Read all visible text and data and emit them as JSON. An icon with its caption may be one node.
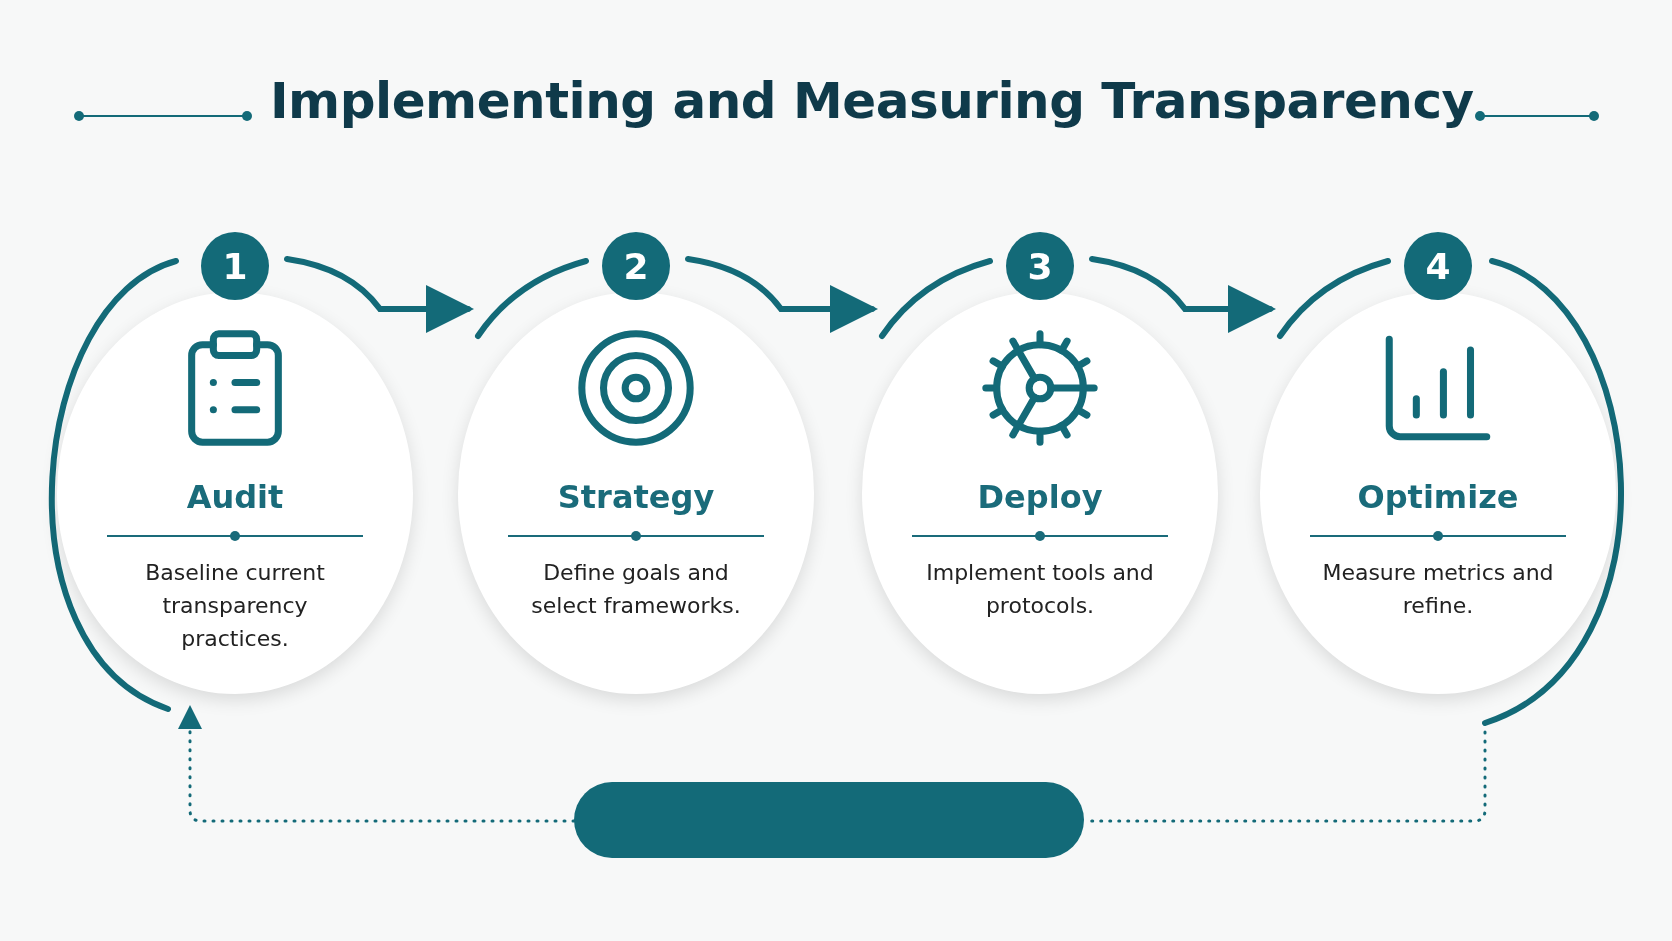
{
  "diagram": {
    "title": "Implementing and Measuring Transparency",
    "nodes": [
      {
        "text": [
          "1",
          "Audit",
          "Baseline current transparency practices."
        ]
      },
      {
        "text": [
          "2",
          "Strategy",
          "Define goals and select frameworks."
        ]
      },
      {
        "text": [
          "3",
          "Deploy",
          "Implement tools and protocols."
        ]
      },
      {
        "text": [
          "4",
          "Optimize",
          "Measure metrics and refine."
        ]
      },
      {
        "text": [],
        "shape": "box"
      }
    ],
    "edges": [
      {
        "from": 0,
        "to": 1,
        "arrow": "to"
      },
      {
        "from": 1,
        "to": 2,
        "arrow": "to"
      },
      {
        "from": 2,
        "to": 3,
        "arrow": "to"
      },
      {
        "from": 3,
        "to": 4,
        "arrow": "none",
        "style": "dashed"
      },
      {
        "from": 4,
        "to": 0,
        "arrow": "to",
        "style": "dashed"
      }
    ]
  }
}
